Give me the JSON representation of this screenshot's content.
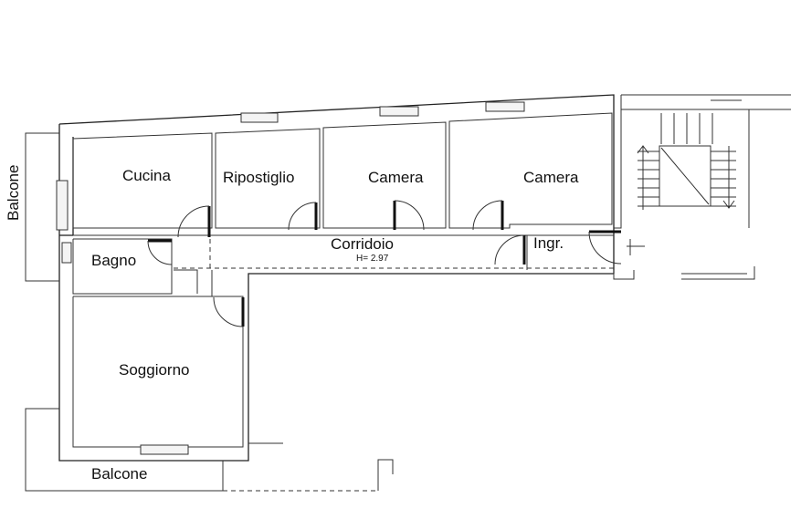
{
  "rooms": {
    "cucina": "Cucina",
    "ripostiglio": "Ripostiglio",
    "camera_1": "Camera",
    "camera_2": "Camera",
    "corridoio": "Corridoio",
    "corridoio_height": "H= 2.97",
    "ingresso": "Ingr.",
    "bagno": "Bagno",
    "soggiorno": "Soggiorno",
    "balcone_left": "Balcone",
    "balcone_bottom": "Balcone"
  },
  "colors": {
    "line": "#222222",
    "background": "#ffffff"
  },
  "icons": [
    "door-swing-icon",
    "window-icon",
    "stair-arrow-up-icon",
    "stair-arrow-down-icon"
  ]
}
